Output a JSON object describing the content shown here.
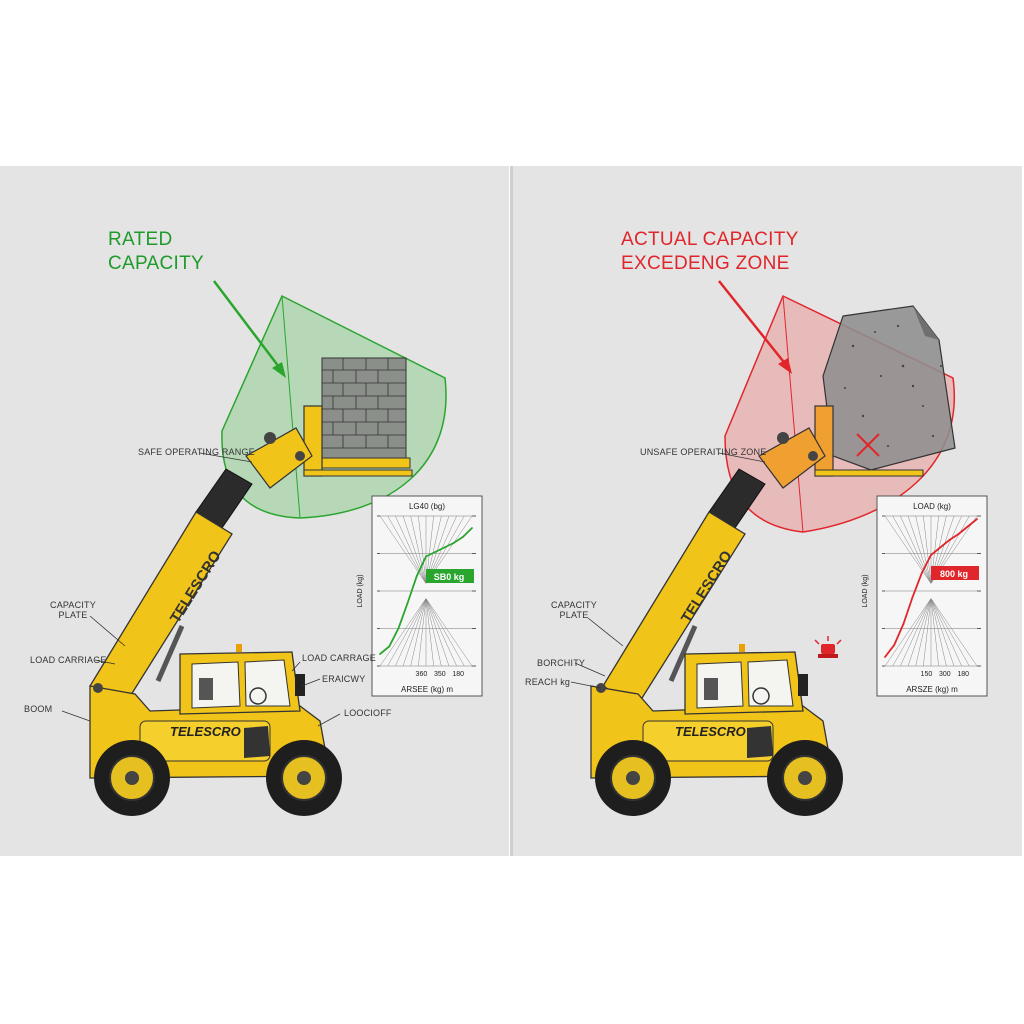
{
  "colors": {
    "safe": "#2aa52e",
    "unsafe": "#e0262b",
    "machine": "#f0c419",
    "panel_bg": "#e4e4e4"
  },
  "left": {
    "title": "RATED\nCAPACITY",
    "zone_label": "SAFE OPERATING RANGE",
    "labels": {
      "capacity_plate": "CAPACITY\nPLATE",
      "load_carriage_left": "LOAD CARRIAGE",
      "boom": "BOOM",
      "load_carriage_right": "LOAD CARRAGE",
      "eraicwy": "ERAICWY",
      "loocioff": "LOOCIOFF"
    },
    "boom_text": "TELESCRO",
    "body_text": "TELESCRO",
    "chart": {
      "title": "LG40 (bg)",
      "ylabel": "LOAD (kg)",
      "xlabel": "ARSEE (kg) m",
      "value_label": "SB0 kg",
      "x_ticks": [
        "360",
        "350",
        "180"
      ]
    }
  },
  "right": {
    "title": "ACTUAL CAPACITY\nEXCEDENG ZONE",
    "zone_label": "UNSAFE OPERAITING ZONE",
    "labels": {
      "capacity_plate": "CAPACITY\nPLATE",
      "borchity": "BORCHITY",
      "reach": "REACH kg"
    },
    "boom_text": "TELESCRO",
    "body_text": "TELESCRO",
    "chart": {
      "title": "LOAD (kg)",
      "ylabel": "LOAD (kg)",
      "xlabel": "ARSZE (kg) m",
      "value_label": "800 kg",
      "x_ticks": [
        "150",
        "300",
        "180"
      ]
    }
  },
  "chart_data": [
    {
      "type": "line",
      "title": "LG40 (bg)",
      "xlabel": "ARSEE (kg) m",
      "ylabel": "LOAD (kg)",
      "x": [
        0,
        1,
        2,
        3,
        4,
        5,
        6,
        7,
        8,
        9,
        10
      ],
      "series": [
        {
          "values": [
            0.8,
            1.3,
            2.5,
            4.2,
            6.0,
            7.3,
            7.6,
            7.9,
            8.2,
            8.6,
            9.2
          ]
        }
      ],
      "threshold_label": "SB0 kg",
      "threshold": 6.0,
      "ylim": [
        0,
        10
      ],
      "xlim": [
        0,
        10
      ],
      "x_tick_labels": [
        "360",
        "350",
        "180"
      ],
      "grid": true
    },
    {
      "type": "line",
      "title": "LOAD (kg)",
      "xlabel": "ARSZE (kg) m",
      "ylabel": "LOAD (kg)",
      "x": [
        0,
        1,
        2,
        3,
        4,
        5,
        6,
        7,
        8,
        9,
        10
      ],
      "series": [
        {
          "values": [
            0.6,
            1.4,
            2.8,
            4.6,
            6.2,
            7.4,
            7.9,
            8.4,
            8.8,
            9.3,
            9.8
          ]
        }
      ],
      "threshold_label": "800 kg",
      "threshold": 6.2,
      "ylim": [
        0,
        10
      ],
      "xlim": [
        0,
        10
      ],
      "x_tick_labels": [
        "150",
        "300",
        "180"
      ],
      "grid": true
    }
  ]
}
